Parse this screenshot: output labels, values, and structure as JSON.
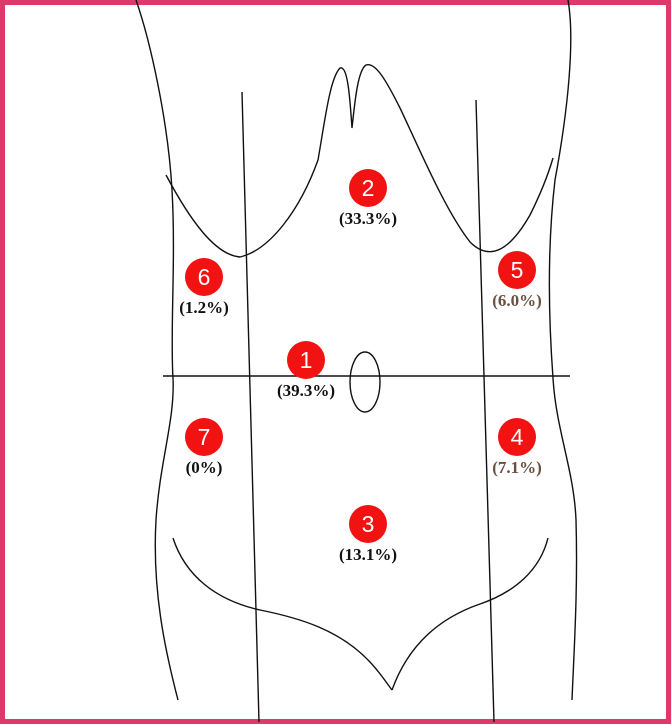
{
  "colors": {
    "frame_border": "#e0386a",
    "badge_fill": "#f21212",
    "badge_text": "#ffffff",
    "pct_default": "#111111",
    "pct_muted": "#6b4f40"
  },
  "regions": [
    {
      "number": "1",
      "percent": "(39.3%)"
    },
    {
      "number": "2",
      "percent": "(33.3%)"
    },
    {
      "number": "3",
      "percent": "(13.1%)"
    },
    {
      "number": "4",
      "percent": "(7.1%)"
    },
    {
      "number": "5",
      "percent": "(6.0%)"
    },
    {
      "number": "6",
      "percent": "(1.2%)"
    },
    {
      "number": "7",
      "percent": "(0%)"
    }
  ]
}
